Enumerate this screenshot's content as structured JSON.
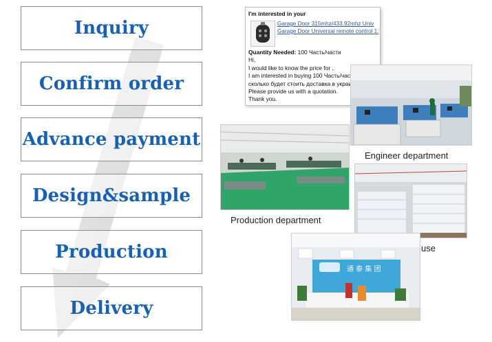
{
  "process_steps": [
    {
      "label": "Inquiry"
    },
    {
      "label": "Confirm order"
    },
    {
      "label": "Advance payment"
    },
    {
      "label": "Design&sample"
    },
    {
      "label": "Production"
    },
    {
      "label": "Delivery"
    }
  ],
  "inquiry_message": {
    "heading": "I'm interested in your",
    "product_link_1": "Garage Door 315mhz/433.92mhz Univ",
    "product_link_2": "Garage Door Universal remote control 1:",
    "quantity_label": "Quantity Needed:",
    "quantity_value": "100 Часть/части",
    "lines": [
      "Hi,",
      "I would like to know the price for ,",
      "I am interested in buying 100 Часть/части,",
      "сколько будет стоить доставка в украину",
      "Please provide us with a quotation.",
      "Thank you."
    ],
    "product_image_icon": "car-remote-key-icon"
  },
  "photos": {
    "engineer": {
      "caption": "Engineer department",
      "icon": "office-desks-photo"
    },
    "production": {
      "caption": "Production department",
      "icon": "factory-floor-photo"
    },
    "warehouse": {
      "caption": "use",
      "icon": "warehouse-shelves-photo"
    },
    "reception": {
      "caption": "",
      "icon": "reception-hall-photo"
    }
  },
  "colors": {
    "step_text": "#1760b8",
    "step_border": "#8a8a8a",
    "arrow": "#d9d9d9"
  }
}
